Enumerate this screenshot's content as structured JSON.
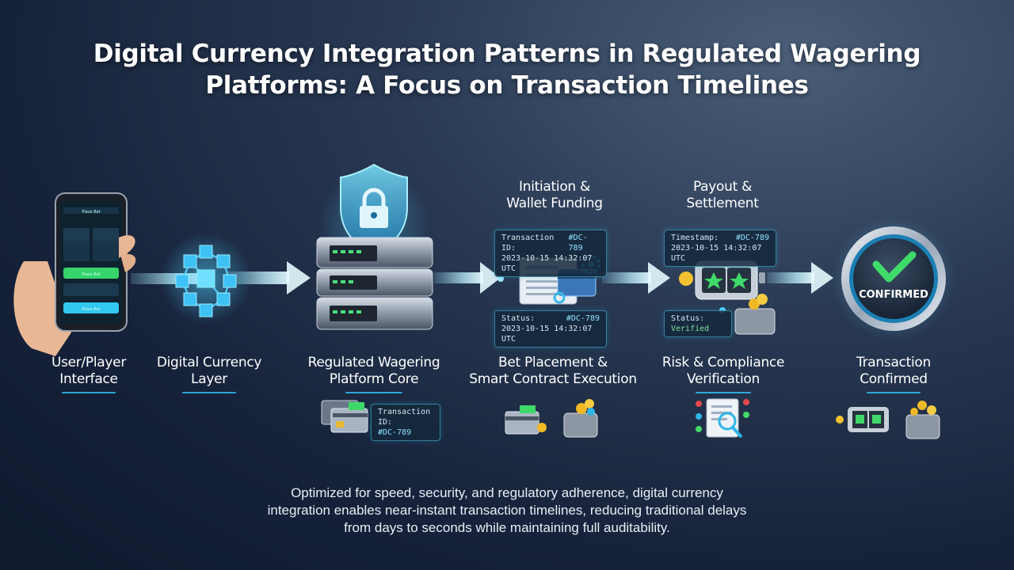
{
  "title": {
    "line1": "Digital Currency Integration Patterns in Regulated Wagering",
    "line2": "Platforms: A Focus on Transaction Timelines"
  },
  "nodes": {
    "user": {
      "line1": "User/Player",
      "line2": "Interface"
    },
    "currency": {
      "line1": "Digital Currency",
      "line2": "Layer"
    },
    "platform": {
      "line1": "Regulated Wagering",
      "line2": "Platform Core"
    },
    "bet": {
      "line1": "Bet Placement &",
      "line2": "Smart Contract Execution"
    },
    "risk": {
      "line1": "Risk & Compliance",
      "line2": "Verification"
    },
    "confirmed": {
      "line1": "Transaction",
      "line2": "Confirmed"
    }
  },
  "top_labels": {
    "initiation": {
      "line1": "Initiation &",
      "line2": "Wallet Funding"
    },
    "payout": {
      "line1": "Payout &",
      "line2": "Settlement"
    }
  },
  "badge": "CONFIRMED",
  "cards": {
    "init_top": {
      "k": "Transaction ID:",
      "v": "#DC-789",
      "time": "2023-10-15 14:32:07 UTC"
    },
    "init_bottom": {
      "k": "Status:",
      "v": "#DC-789",
      "time": "2023-10-15 14:32:07 UTC"
    },
    "payout_top": {
      "k": "Timestamp:",
      "v": "#DC-789",
      "time": "2023-10-15 14:32:07 UTC"
    },
    "payout_bottom": {
      "k": "Status:",
      "v": "Verified"
    },
    "platform_small": {
      "k": "Transaction ID:",
      "v": "#DC-789"
    }
  },
  "phone": {
    "header": "Place Bet",
    "btn1": "Place Bet",
    "btn2": "Place Bet"
  },
  "footer": {
    "line1": "Optimized for speed, security, and regulatory adherence, digital currency",
    "line2": "integration enables near-instant transaction timelines, reducing traditional delays",
    "line3": "from days to seconds while maintaining full auditability."
  },
  "colors": {
    "accent": "#2fb6e6",
    "success": "#3fd96a",
    "background": "#16223a"
  }
}
